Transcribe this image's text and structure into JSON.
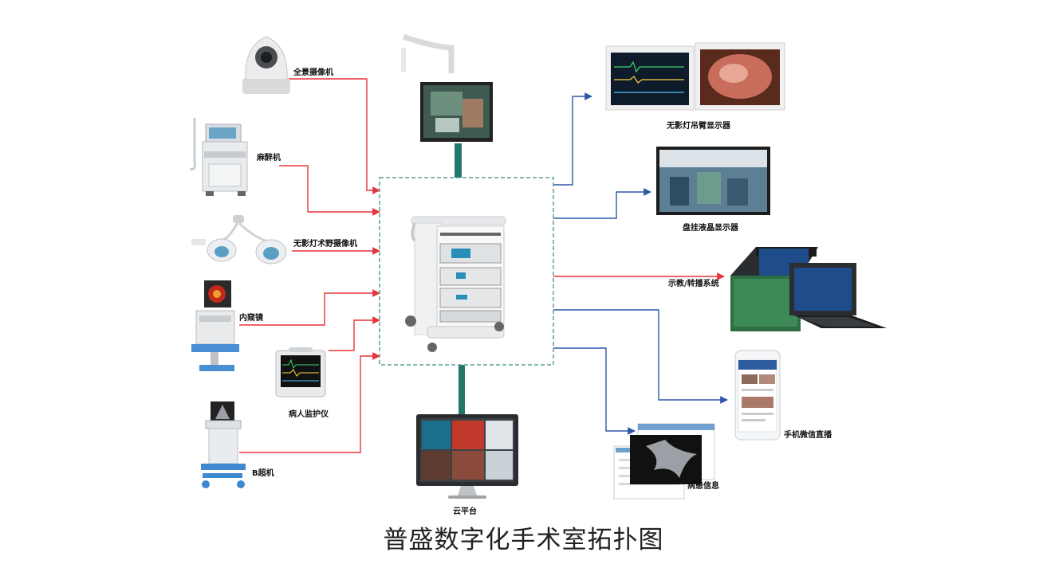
{
  "title": "普盛数字化手术室拓扑图",
  "inputs": {
    "panoramic_camera": "全景摄像机",
    "anesthesia_machine": "麻醉机",
    "surgical_light_camera": "无影灯术野摄像机",
    "endoscope": "内窥镜",
    "patient_monitor": "病人监护仪",
    "ultrasound": "B超机"
  },
  "outputs": {
    "boom_display": "无影灯吊臂显示器",
    "lcd_display": "盘挂液晶显示器",
    "teaching_system": "示教/转播系统",
    "mobile_live": "手机微信直播",
    "patient_info": "病患信息",
    "cloud_platform": "云平台"
  },
  "colors": {
    "red_line": "#e8323c",
    "blue_line": "#2f55a8",
    "teal_pole": "#23766a",
    "dash_box": "#5b9e98"
  }
}
